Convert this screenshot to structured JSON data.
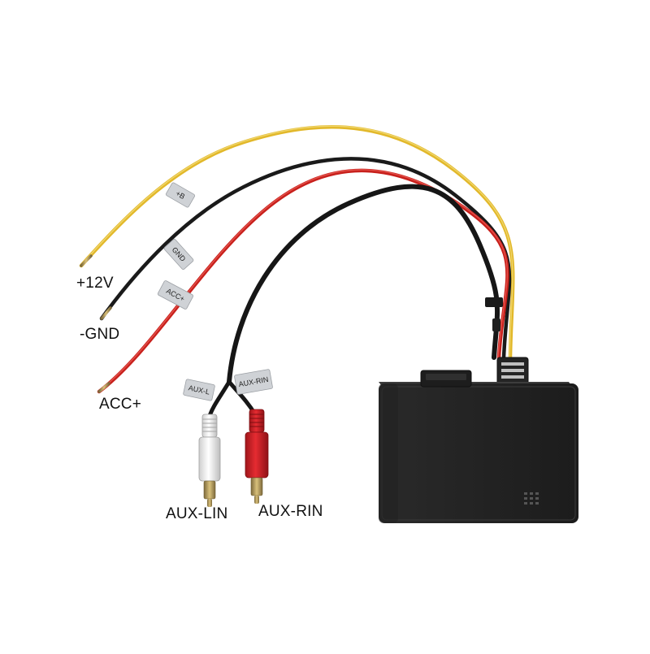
{
  "product": {
    "callouts": {
      "plus_12v": "+12V",
      "gnd": "-GND",
      "acc": "ACC+",
      "aux_lin": "AUX-LIN",
      "aux_rin": "AUX-RIN"
    },
    "wire_tags": {
      "yellow": "+B",
      "black": "GND",
      "red": "ACC+",
      "aux_left": "AUX-L",
      "aux_right": "AUX-RIN"
    }
  },
  "colors": {
    "background": "#ffffff",
    "wire_yellow": "#e2b82a",
    "wire_black": "#1a1a1a",
    "wire_red": "#c8201c",
    "box_body": "#2b2b2b",
    "rca_white": "#e8e8e8",
    "rca_red": "#d21f26",
    "tag_silver": "#cfd2d6"
  }
}
